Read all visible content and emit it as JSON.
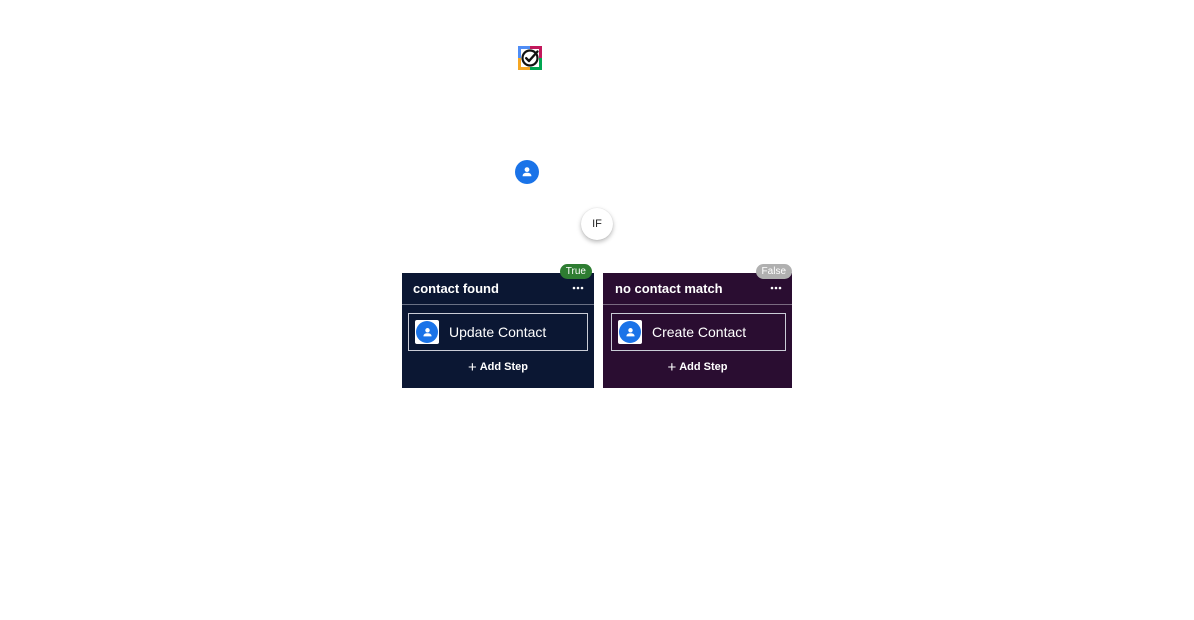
{
  "workflow": {
    "trigger": {
      "icon": "checkmark-logo-icon"
    },
    "contact_step": {
      "icon": "person-icon"
    },
    "condition": {
      "label": "IF"
    },
    "branches": [
      {
        "badge": "True",
        "badge_color": "#2e7d32",
        "title": "contact found",
        "background": "#0b1733",
        "step": {
          "label": "Update Contact",
          "icon": "person-icon"
        },
        "add_step_label": "Add Step"
      },
      {
        "badge": "False",
        "badge_color": "#b0b0b0",
        "title": "no contact match",
        "background": "#2a0d31",
        "step": {
          "label": "Create Contact",
          "icon": "person-icon"
        },
        "add_step_label": "Add Step"
      }
    ]
  }
}
